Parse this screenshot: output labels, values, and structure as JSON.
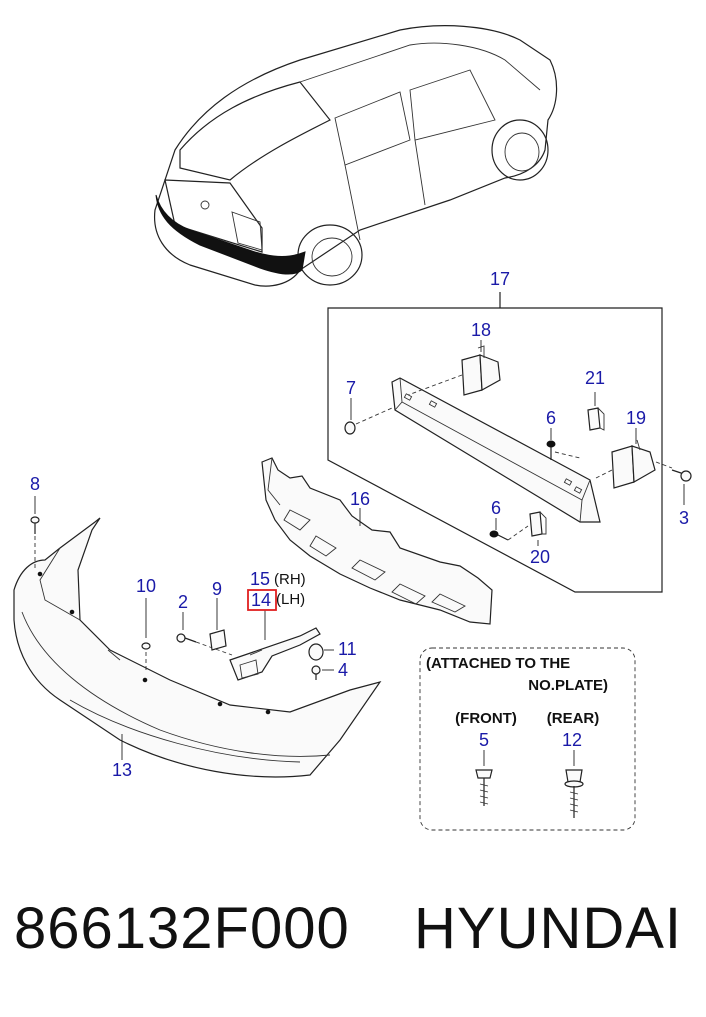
{
  "callouts": {
    "c17": "17",
    "c18": "18",
    "c7": "7",
    "c21": "21",
    "c6a": "6",
    "c19": "19",
    "c3": "3",
    "c8": "8",
    "c16": "16",
    "c6b": "6",
    "c20": "20",
    "c10": "10",
    "c2": "2",
    "c9": "9",
    "c15": "15",
    "c15_side": "(RH)",
    "c14": "14",
    "c14_side": "(LH)",
    "c11": "11",
    "c4": "4",
    "c13": "13",
    "c5": "5",
    "c12": "12"
  },
  "note": {
    "line1": "(ATTACHED TO THE",
    "line2": "NO.PLATE)",
    "front": "(FRONT)",
    "rear": "(REAR)"
  },
  "highlight_color": "#e02020",
  "callout_color": "#1a1aa8",
  "footer": {
    "part_number": "866132F000",
    "brand": "HYUNDAI"
  }
}
